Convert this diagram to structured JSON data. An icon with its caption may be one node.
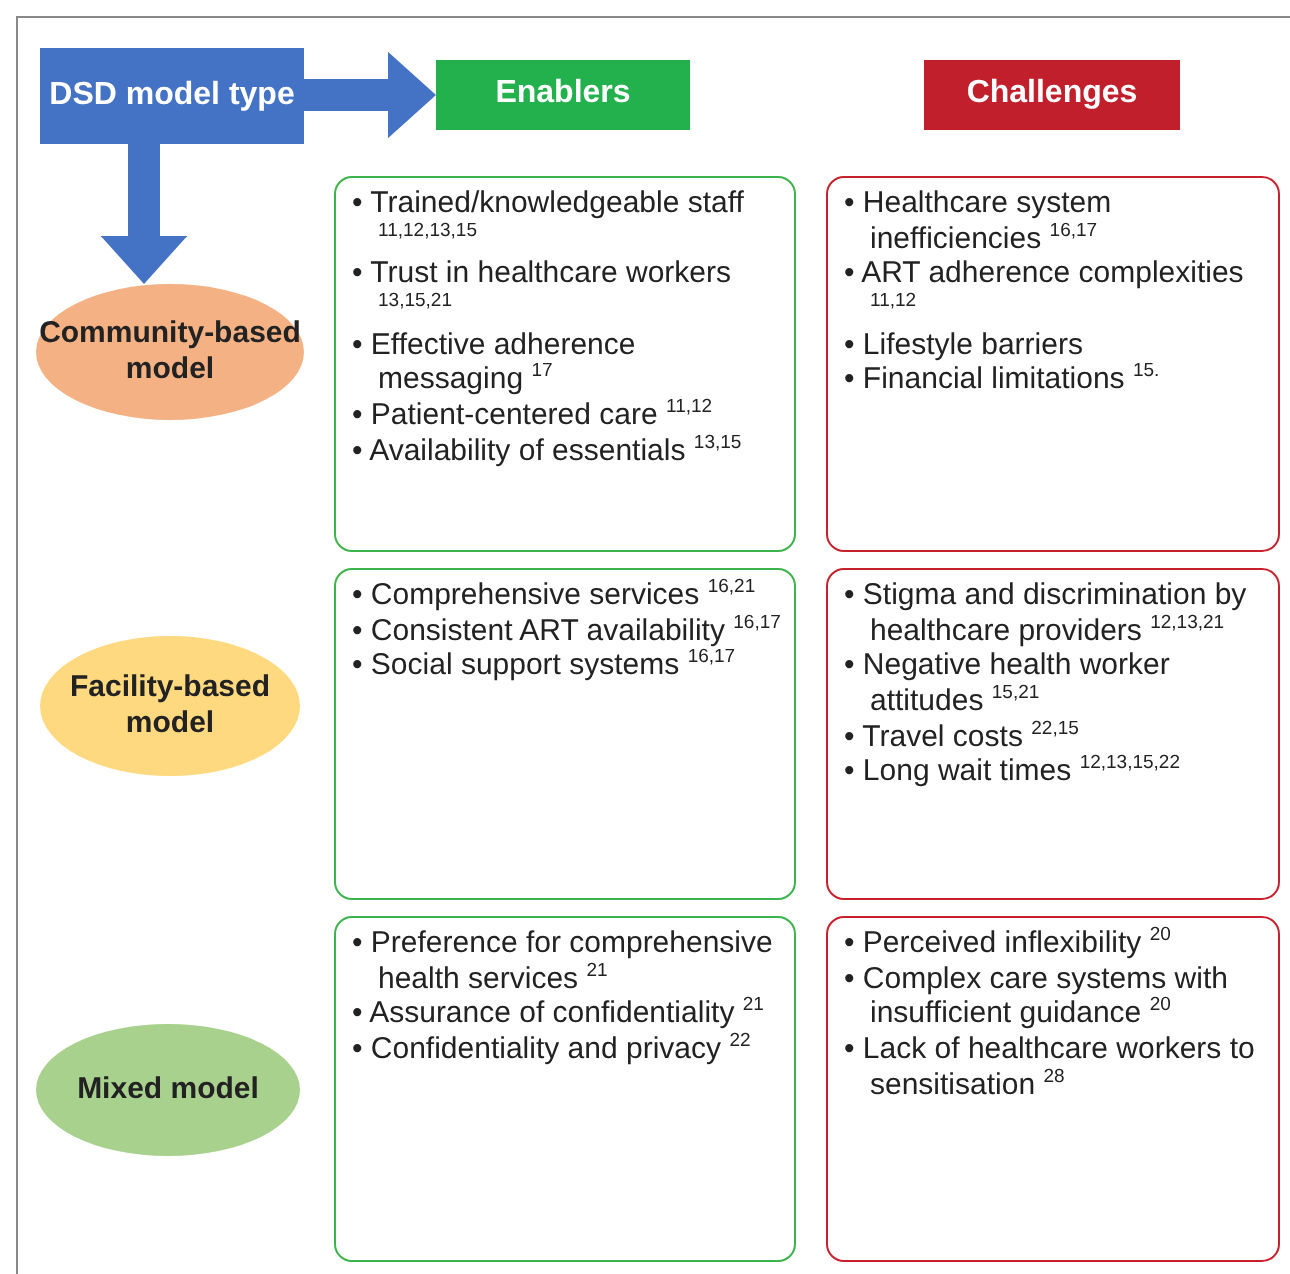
{
  "diagram": {
    "nodes": [
      {
        "text": [
          "DSD model type"
        ]
      },
      {
        "text": [
          "Enablers"
        ]
      },
      {
        "text": [
          "Challenges"
        ]
      },
      {
        "text": [
          "Community-based model"
        ]
      },
      {
        "text": [
          "• Trained/knowledgeable staff $^{11,12,13,15}$",
          "• Trust in healthcare workers $^{13,15,21}$",
          "• Effective adherence messaging $^{17}$",
          "• Patient-centered care $^{11,12}$",
          "• Availability of essentials $^{13,15}$"
        ]
      },
      {
        "text": [
          "• Healthcare system inefficiencies $^{16,17}$",
          "• ART adherence complexities $^{11,12}$",
          "• Lifestyle barriers",
          "• Financial limitations $^{15.}$"
        ]
      },
      {
        "text": [
          "Facility-based model"
        ]
      },
      {
        "text": [
          "• Comprehensive services $^{16,21}$",
          "• Consistent ART availability $^{16,17}$",
          "• Social support systems $^{16,17}$"
        ]
      },
      {
        "text": [
          "• Stigma and discrimination by healthcare providers $^{12,13,21}$",
          "• Negative health worker attitudes $^{15,21}$",
          "• Travel costs $^{22,15}$",
          "• Long wait times $^{12,13,15,22}$"
        ]
      },
      {
        "text": [
          "Mixed model"
        ]
      },
      {
        "text": [
          "• Preference for comprehensive health services $^{21}$",
          "• Assurance of confidentiality $^{21}$",
          "• Confidentiality and privacy $^{22}$"
        ]
      },
      {
        "text": [
          "• Perceived inflexibility $^{20}$",
          "• Complex care systems with insufficient guidance $^{20}$",
          "• Lack of healthcare workers to sensitisation $^{28}$"
        ]
      }
    ],
    "edges": [
      {
        "from": 0,
        "to": 1,
        "arrow": "to"
      },
      {
        "from": 0,
        "to": 3,
        "arrow": "to"
      }
    ]
  }
}
